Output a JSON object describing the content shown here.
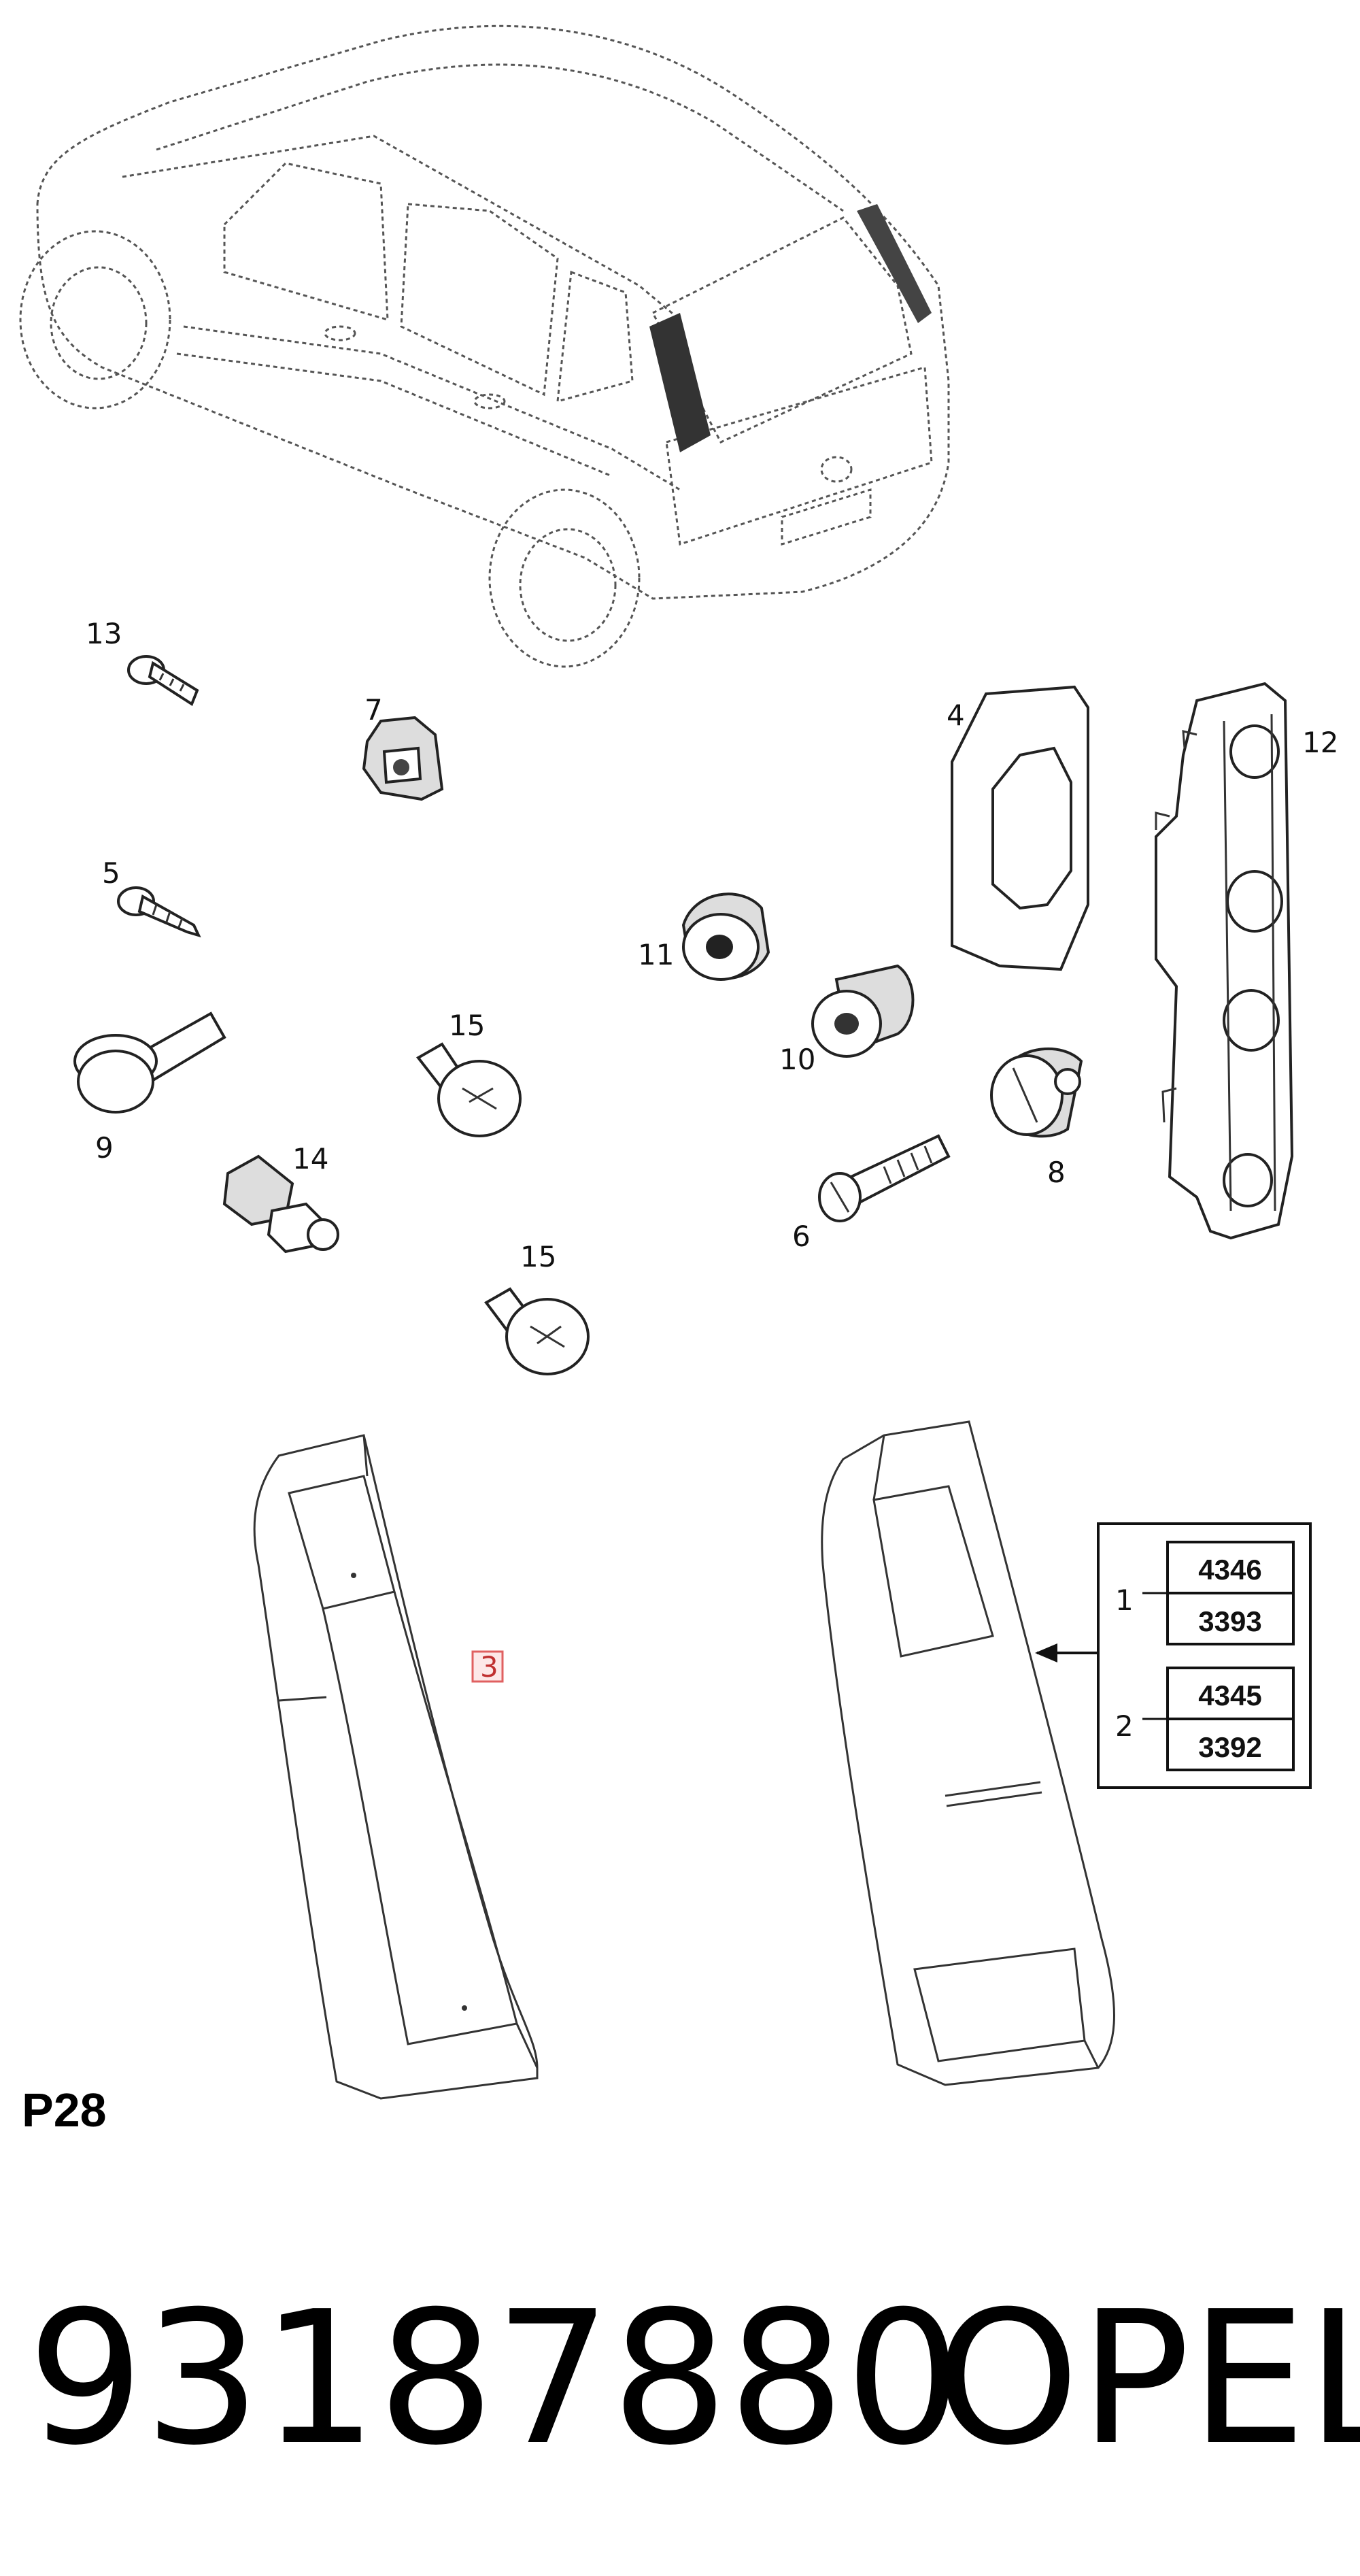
{
  "callouts": {
    "c1": "1",
    "c2": "2",
    "c3": "3",
    "c4": "4",
    "c5": "5",
    "c6": "6",
    "c7": "7",
    "c8": "8",
    "c9": "9",
    "c10": "10",
    "c11": "11",
    "c12": "12",
    "c13": "13",
    "c14": "14",
    "c15a": "15",
    "c15b": "15"
  },
  "variant_table": {
    "row1": {
      "label": "1",
      "top": "4346",
      "bottom": "3393"
    },
    "row2": {
      "label": "2",
      "top": "4345",
      "bottom": "3392"
    }
  },
  "page_code": "P28",
  "part_number": "93187880",
  "brand": "OPEL"
}
